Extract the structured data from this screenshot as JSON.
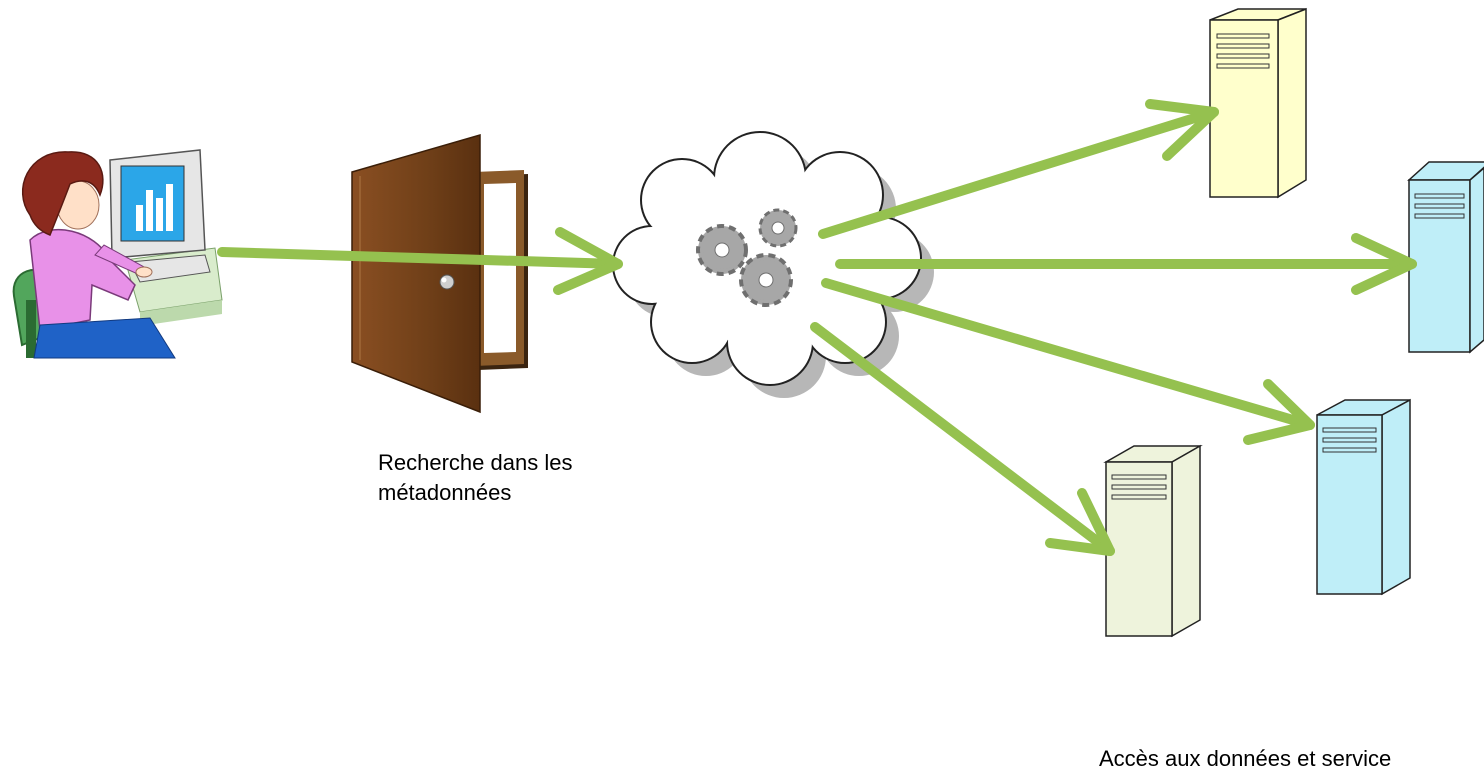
{
  "captions": {
    "search_line1": "Recherche dans les",
    "search_line2": "métadonnées",
    "access": "Accès aux données et service"
  },
  "colors": {
    "arrow": "#95c14f",
    "door": "#7a4a22",
    "door_frame": "#6a3a18",
    "cloud_fill": "#ffffff",
    "cloud_shadow": "#b7b7b7",
    "gear": "#a7a7a7",
    "server_yellow": "#ffffcc",
    "server_blue": "#bfeef8",
    "server_cream": "#eef3dc",
    "monitor_screen": "#2ba6e8",
    "person_shirt": "#e891e8",
    "person_hair": "#8b2a1e",
    "chair": "#52a65c"
  },
  "icons": [
    "person-at-computer-icon",
    "door-icon",
    "cloud-icon",
    "gears-icon",
    "server-icon"
  ]
}
